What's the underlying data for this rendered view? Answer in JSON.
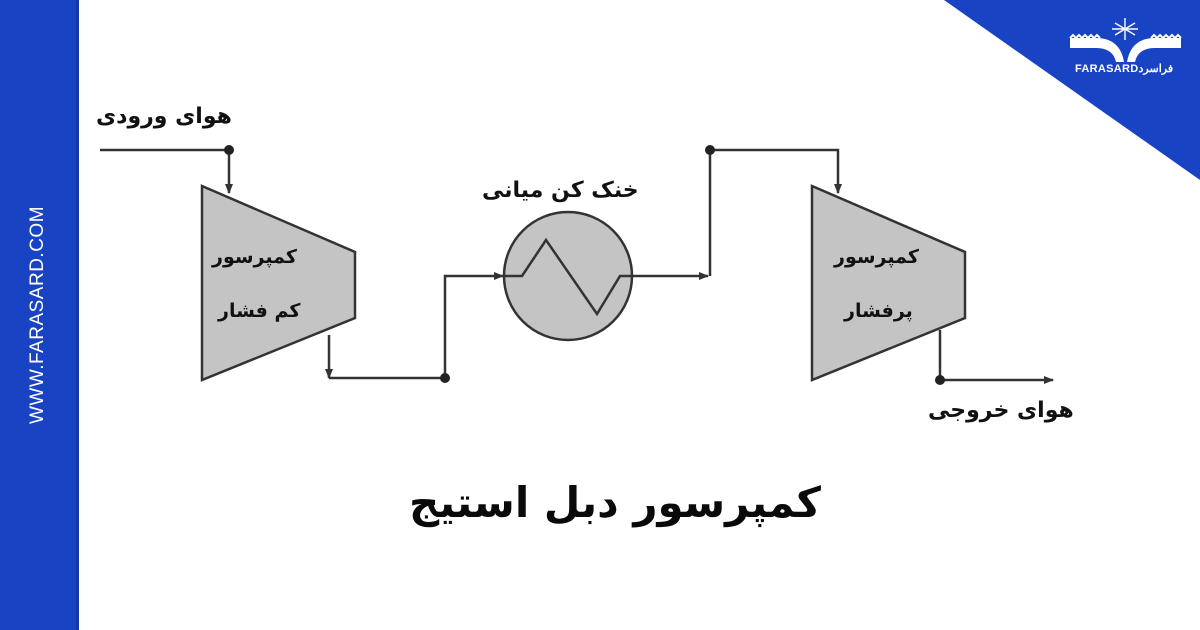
{
  "brand": {
    "website": "WWW.FARASARD.COM",
    "logo_text_latin": "FARASARD",
    "logo_text_persian": "فراسرد",
    "brand_color": "#1844c3"
  },
  "diagram": {
    "inlet_label": "هوای ورودی",
    "outlet_label": "هوای خروجی",
    "lp_compressor": {
      "line1": "کمپرسور",
      "line2": "کم فشار"
    },
    "intercooler_label": "خنک کن میانی",
    "hp_compressor": {
      "line1": "کمپرسور",
      "line2": "پرفشار"
    },
    "component_fill": "#c4c4c4",
    "line_color": "#333333"
  },
  "title": "کمپرسور دبل استیج"
}
